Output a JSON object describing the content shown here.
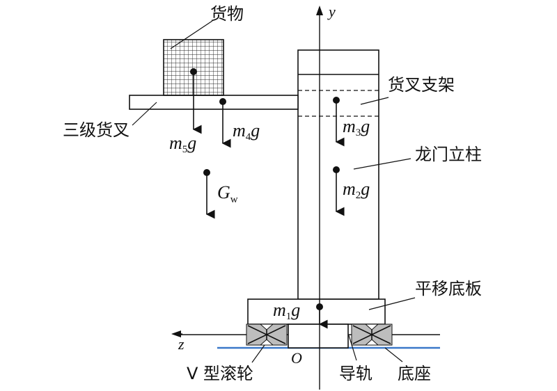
{
  "labels": {
    "cargo": "货物",
    "fork_bracket": "货叉支架",
    "three_stage_fork": "三级货叉",
    "gantry_column": "龙门立柱",
    "translation_base": "平移底板",
    "v_roller": "V 型滚轮",
    "guide_rail": "导轨",
    "base": "底座",
    "origin": "O",
    "axis_y": "y",
    "axis_z": "z"
  },
  "forces": {
    "m5": {
      "coef": "m",
      "sub": "5",
      "var": "g"
    },
    "m4": {
      "coef": "m",
      "sub": "4",
      "var": "g"
    },
    "m3": {
      "coef": "m",
      "sub": "3",
      "var": "g"
    },
    "m2": {
      "coef": "m",
      "sub": "2",
      "var": "g"
    },
    "m1": {
      "coef": "m",
      "sub": "1",
      "var": "g"
    },
    "gw": {
      "coef": "G",
      "sub": "w"
    }
  },
  "colors": {
    "stroke": "#111111",
    "base_line": "#3a78c9",
    "roller_fill": "#bdbdbd"
  }
}
